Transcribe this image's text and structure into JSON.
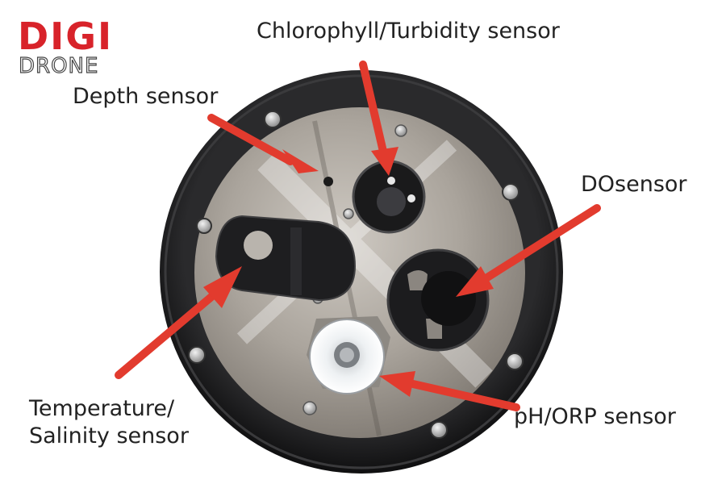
{
  "logo": {
    "line1": "DIGI",
    "line2": "DRONE"
  },
  "labels": {
    "chlorophyll": "Chlorophyll/Turbidity sensor",
    "depth": "Depth sensor",
    "do": "DOsensor",
    "temperature_line1": "Temperature/",
    "temperature_line2": "Salinity sensor",
    "ph": "pH/ORP sensor"
  },
  "colors": {
    "arrow": "#e23b2e",
    "ring": "#1d1d1f",
    "faceplate": "#a9a39b",
    "logo_red": "#d8232a"
  }
}
